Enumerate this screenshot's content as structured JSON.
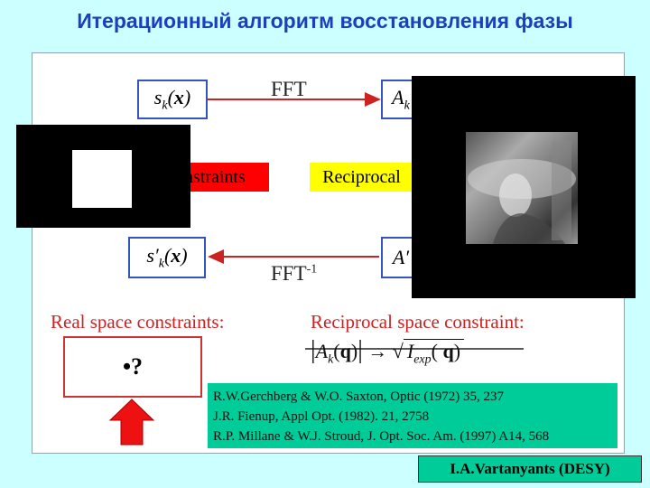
{
  "title": "Итерационный алгоритм восстановления фазы",
  "diagram": {
    "top_left_box": "s_k(x)",
    "top_right_box": "A_k",
    "bottom_left_box": "s′_k(x)",
    "bottom_right_box": "A′",
    "fft_label": "FFT",
    "ifft_label": "FFT",
    "ifft_sup": "-1",
    "real_constraints_box": "nstraints",
    "reciprocal_box": "Reciprocal"
  },
  "constraints": {
    "real_heading": "Real space constraints:",
    "reciprocal_heading": "Reciprocal space constraint:",
    "question_box": "•?"
  },
  "references": [
    "R.W.Gerchberg & W.O. Saxton, Optic (1972) 35, 237",
    "J.R. Fienup, Appl Opt. (1982). 21, 2758",
    "R.P. Millane & W.J. Stroud, J. Opt. Soc. Am. (1997) A14, 568"
  ],
  "credit": "I.A.Vartanyants (DESY)",
  "colors": {
    "title": "#1a3fbf",
    "accent_red": "#ff0000",
    "refs_bg": "#00cc99",
    "highlight_yellow": "#ffff00"
  }
}
